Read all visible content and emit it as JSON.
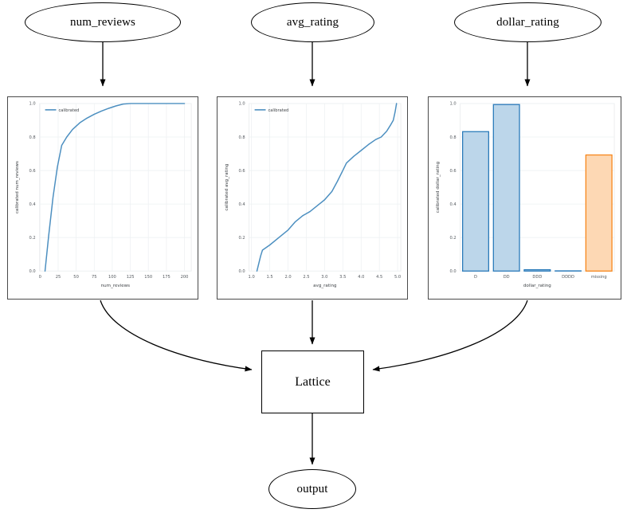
{
  "diagram": {
    "nodes": [
      {
        "id": "num_reviews",
        "label": "num_reviews",
        "shape": "ellipse"
      },
      {
        "id": "avg_rating",
        "label": "avg_rating",
        "shape": "ellipse"
      },
      {
        "id": "dollar_rating",
        "label": "dollar_rating",
        "shape": "ellipse"
      },
      {
        "id": "lattice",
        "label": "Lattice",
        "shape": "box"
      },
      {
        "id": "output",
        "label": "output",
        "shape": "ellipse"
      }
    ],
    "edges": [
      {
        "from": "num_reviews",
        "to": "chart_num_reviews"
      },
      {
        "from": "avg_rating",
        "to": "chart_avg_rating"
      },
      {
        "from": "dollar_rating",
        "to": "chart_dollar_rating"
      },
      {
        "from": "chart_num_reviews",
        "to": "lattice"
      },
      {
        "from": "chart_avg_rating",
        "to": "lattice"
      },
      {
        "from": "chart_dollar_rating",
        "to": "lattice"
      },
      {
        "from": "lattice",
        "to": "output"
      }
    ]
  },
  "colors": {
    "line_blue": "#4c8fc0",
    "bar_blue_fill": "#bcd6ea",
    "bar_blue_edge": "#2b7bba",
    "bar_orange_fill": "#fdd8b4",
    "bar_orange_edge": "#f7861b",
    "grid": "#eceff1",
    "axis_text": "#555a5f",
    "node_stroke": "#000000",
    "panel_border": "#4a4a4a"
  },
  "chart_data": [
    {
      "id": "chart_num_reviews",
      "type": "line",
      "title": "",
      "xlabel": "num_reviews",
      "ylabel": "calibrated num_reviews",
      "xlim": [
        0,
        210
      ],
      "ylim": [
        -0.04,
        1.06
      ],
      "xticks": [
        0,
        25,
        50,
        75,
        100,
        125,
        150,
        175,
        200
      ],
      "xticklabels": [
        "0",
        "25",
        "50",
        "75",
        "100",
        "125",
        "150",
        "175",
        "200"
      ],
      "yticks": [
        0.0,
        0.2,
        0.4,
        0.6,
        0.8,
        1.0
      ],
      "yticklabels": [
        "0.0",
        "0.2",
        "0.4",
        "0.6",
        "0.8",
        "1.0"
      ],
      "grid": true,
      "legend": {
        "entries": [
          "calibrated"
        ],
        "position": "upper left"
      },
      "series": [
        {
          "name": "calibrated",
          "color": "#4c8fc0",
          "x": [
            7,
            12,
            18,
            24,
            30,
            37,
            45,
            55,
            65,
            75,
            85,
            95,
            105,
            115,
            125,
            140,
            160,
            180,
            200
          ],
          "y": [
            0.0,
            0.21,
            0.44,
            0.62,
            0.75,
            0.8,
            0.845,
            0.885,
            0.913,
            0.936,
            0.955,
            0.972,
            0.986,
            0.997,
            1.0,
            1.0,
            1.0,
            1.0,
            1.0
          ]
        }
      ]
    },
    {
      "id": "chart_avg_rating",
      "type": "line",
      "title": "",
      "xlabel": "avg_rating",
      "ylabel": "calibrated avg_rating",
      "xlim": [
        0.95,
        5.1
      ],
      "ylim": [
        -0.04,
        1.06
      ],
      "xticks": [
        1.0,
        1.5,
        2.0,
        2.5,
        3.0,
        3.5,
        4.0,
        4.5,
        5.0
      ],
      "xticklabels": [
        "1.0",
        "1.5",
        "2.0",
        "2.5",
        "3.0",
        "3.5",
        "4.0",
        "4.5",
        "5.0"
      ],
      "yticks": [
        0.0,
        0.2,
        0.4,
        0.6,
        0.8,
        1.0
      ],
      "yticklabels": [
        "0.0",
        "0.2",
        "0.4",
        "0.6",
        "0.8",
        "1.0"
      ],
      "grid": true,
      "legend": {
        "entries": [
          "calibrated"
        ],
        "position": "upper left"
      },
      "series": [
        {
          "name": "calibrated",
          "color": "#4c8fc0",
          "x": [
            1.15,
            1.25,
            1.3,
            1.5,
            1.75,
            2.0,
            2.2,
            2.4,
            2.6,
            2.8,
            3.0,
            3.2,
            3.35,
            3.5,
            3.6,
            3.8,
            4.0,
            4.2,
            4.4,
            4.55,
            4.7,
            4.8,
            4.88,
            4.93,
            4.97
          ],
          "y": [
            0.0,
            0.09,
            0.125,
            0.155,
            0.2,
            0.245,
            0.295,
            0.33,
            0.355,
            0.39,
            0.425,
            0.475,
            0.535,
            0.6,
            0.645,
            0.685,
            0.72,
            0.755,
            0.785,
            0.8,
            0.835,
            0.87,
            0.9,
            0.95,
            1.0
          ]
        }
      ]
    },
    {
      "id": "chart_dollar_rating",
      "type": "bar",
      "title": "",
      "xlabel": "dollar_rating",
      "ylabel": "calibrated dollar_rating",
      "ylim": [
        -0.02,
        1.06
      ],
      "yticks": [
        0.0,
        0.2,
        0.4,
        0.6,
        0.8,
        1.0
      ],
      "yticklabels": [
        "0.0",
        "0.2",
        "0.4",
        "0.6",
        "0.8",
        "1.0"
      ],
      "grid": true,
      "categories": [
        "D",
        "DD",
        "DDD",
        "DDDD",
        "missing"
      ],
      "values": [
        0.832,
        0.992,
        0.008,
        0.0,
        0.693
      ],
      "bar_colors": [
        "#bcd6ea",
        "#bcd6ea",
        "#bcd6ea",
        "#bcd6ea",
        "#fdd8b4"
      ],
      "bar_edge_colors": [
        "#2b7bba",
        "#2b7bba",
        "#2b7bba",
        "#2b7bba",
        "#f7861b"
      ]
    }
  ]
}
